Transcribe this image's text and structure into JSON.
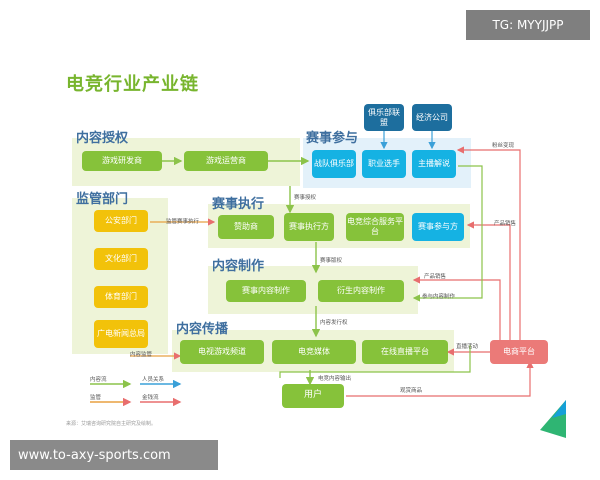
{
  "watermark_top": "TG: MYYJJPP",
  "watermark_bottom": "www.to-axy-sports.com",
  "title": "电竞行业产业链",
  "sections": {
    "content_auth": "内容授权",
    "event_participation": "赛事参与",
    "regulators": "监管部门",
    "event_execution": "赛事执行",
    "content_production": "内容制作",
    "content_distribution": "内容传播"
  },
  "nodes": {
    "game_developer": "游戏研发商",
    "game_operator": "游戏运营商",
    "club_league": "俱乐部联盟",
    "economic_company": "经济公司",
    "team_club": "战队俱乐部",
    "pro_player": "职业选手",
    "host_commentator": "主播解说",
    "police": "公安部门",
    "culture": "文化部门",
    "sports": "体育部门",
    "radio_tv": "广电新闻总局",
    "sponsor": "赞助商",
    "event_executor": "赛事执行方",
    "esports_platform": "电竞综合服务平台",
    "event_participant": "赛事参与方",
    "event_content_production": "赛事内容制作",
    "derivative_content": "衍生内容制作",
    "tv_game_channel": "电视游戏频道",
    "esports_media": "电竞媒体",
    "live_platform": "在线直播平台",
    "user": "用户",
    "ecommerce": "电商平台"
  },
  "edge_labels": {
    "fan_monetization": "粉丝变现",
    "event_authorization": "赛事授权",
    "supervise_execution": "监管赛事执行",
    "product_sales_1": "产品销售",
    "event_rights": "赛事版权",
    "product_sales_2": "产品销售",
    "participate_production": "参与内容制作",
    "content_release": "内容发行权",
    "content_supervision": "内容监管",
    "live_activity": "直播活动",
    "content_output": "电竞内容输出",
    "buy_products": "观赏商品"
  },
  "legend": {
    "content_flow_1": "内容流",
    "personnel": "人员关系",
    "supervision": "监管",
    "money_flow": "金钱流"
  },
  "source": "来源：艾瑞咨询研究院自主研究及绘制。",
  "colors": {
    "title_green": "#78b52e",
    "node_green": "#86c23a",
    "node_yellow": "#f2c20a",
    "node_cyan": "#15b2e3",
    "node_navy": "#1d6e9e",
    "node_red": "#eb7a78"
  }
}
